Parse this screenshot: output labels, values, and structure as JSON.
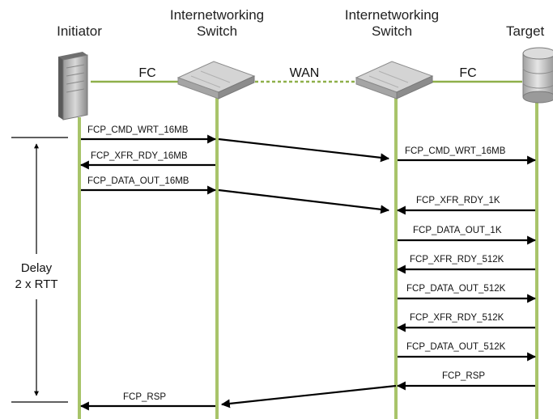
{
  "headers": {
    "initiator": "Initiator",
    "switch_left": [
      "Internetworking",
      "Switch"
    ],
    "switch_right": [
      "Internetworking",
      "Switch"
    ],
    "target": "Target"
  },
  "links": {
    "left": "FC",
    "middle": "WAN",
    "right": "FC"
  },
  "delay": {
    "line1": "Delay",
    "line2": "2 x RTT"
  },
  "messages": [
    {
      "label": "FCP_CMD_WRT_16MB",
      "from": "initiator",
      "to": "switch_left"
    },
    {
      "label": "FCP_XFR_RDY_16MB",
      "from": "switch_left",
      "to": "initiator"
    },
    {
      "label": "FCP_DATA_OUT_16MB",
      "from": "initiator",
      "to": "switch_left"
    },
    {
      "label": "FCP_CMD_WRT_16MB",
      "from": "switch_right",
      "to": "target"
    },
    {
      "label": "FCP_XFR_RDY_1K",
      "from": "target",
      "to": "switch_right"
    },
    {
      "label": "FCP_DATA_OUT_1K",
      "from": "switch_right",
      "to": "target"
    },
    {
      "label": "FCP_XFR_RDY_512K",
      "from": "target",
      "to": "switch_right"
    },
    {
      "label": "FCP_DATA_OUT_512K",
      "from": "switch_right",
      "to": "target"
    },
    {
      "label": "FCP_XFR_RDY_512K",
      "from": "target",
      "to": "switch_right"
    },
    {
      "label": "FCP_DATA_OUT_512K",
      "from": "switch_right",
      "to": "target"
    },
    {
      "label": "FCP_RSP",
      "from": "target",
      "to": "switch_right"
    },
    {
      "label": "FCP_RSP",
      "from": "switch_left",
      "to": "initiator"
    }
  ],
  "colors": {
    "lifeline": "#a8c46a",
    "link": "#8fb04a",
    "arrow": "#000000"
  }
}
